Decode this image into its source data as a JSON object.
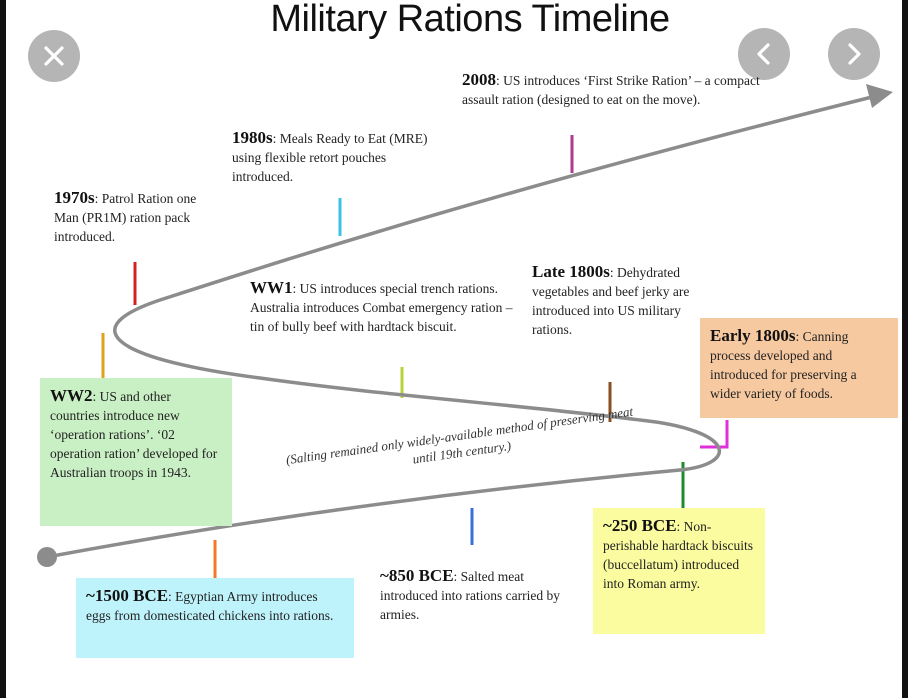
{
  "title": "Military Rations Timeline",
  "viewer": {
    "close_icon": "close-icon",
    "prev_icon": "chevron-left-icon",
    "next_icon": "chevron-right-icon"
  },
  "curve_note": "(Salting remained only widely-available method of preserving meat until 19th century.)",
  "colors": {
    "curve": "#8c8c8c",
    "green_box": "#c9efc4",
    "cyan_box": "#bff3fb",
    "orange_box": "#f7c9a0",
    "yellow_box": "#fbfb9f"
  },
  "events": [
    {
      "id": "2008",
      "lead": "2008",
      "text": ": US introduces ‘First Strike Ration’ – a compact assault ration (designed to eat on the move)."
    },
    {
      "id": "1980s",
      "lead": "1980s",
      "text": ": Meals Ready to Eat (MRE) using flexible retort pouches introduced."
    },
    {
      "id": "1970s",
      "lead": "1970s",
      "text": ": Patrol Ration one Man (PR1M) ration pack introduced."
    },
    {
      "id": "ww1",
      "lead": "WW1",
      "text": ": US introduces special trench rations. Australia introduces Combat emergency ration – tin of bully beef with hardtack biscuit."
    },
    {
      "id": "late1800s",
      "lead": "Late 1800s",
      "text": ": Dehydrated vegetables and beef jerky are introduced into US military rations."
    },
    {
      "id": "early1800s",
      "lead": "Early 1800s",
      "text": ": Canning process developed and introduced for preserving a wider variety of foods."
    },
    {
      "id": "ww2",
      "lead": "WW2",
      "text": ": US and other countries introduce new ‘operation rations’. ‘02 operation ration’ developed for Australian troops in 1943."
    },
    {
      "id": "250bce",
      "lead": "~250 BCE",
      "text": ": Non-perishable hardtack biscuits (buccellatum) introduced into Roman army."
    },
    {
      "id": "850bce",
      "lead": "~850 BCE",
      "text": ": Salted meat introduced into rations carried by armies."
    },
    {
      "id": "1500bce",
      "lead": "~1500 BCE",
      "text": ": Egyptian Army introduces eggs from domesticated chickens into rations."
    }
  ]
}
